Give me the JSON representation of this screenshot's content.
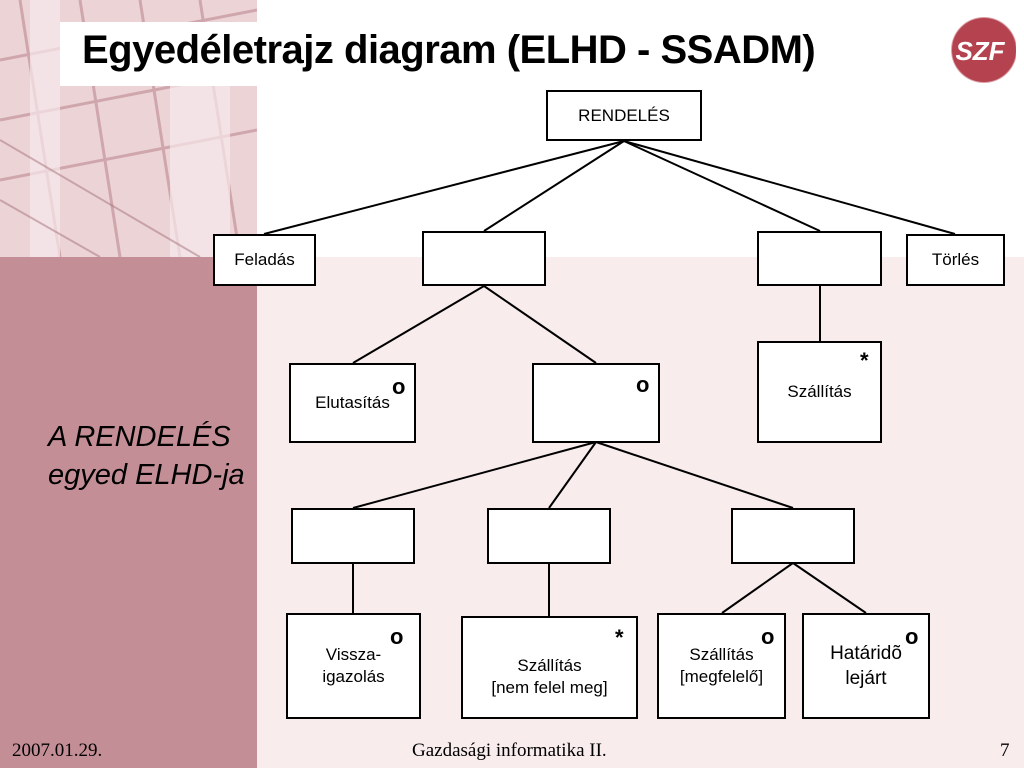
{
  "slide": {
    "title": "Egyedéletrajz diagram (ELHD - SSADM)",
    "caption_line1": "A RENDELÉS",
    "caption_line2": "egyed ELHD-ja",
    "logo_text": "SZF",
    "footer_date": "2007.01.29.",
    "footer_center": "Gazdasági informatika II.",
    "footer_page": "7"
  },
  "colors": {
    "side_panel": "#c48e96",
    "content_panel": "#f8eced",
    "logo": "#b5434f"
  },
  "diagram": {
    "root": "RENDELÉS",
    "feladas": "Feladás",
    "torles": "Törlés",
    "elutasitas": "Elutasítás",
    "szallitas_iter": "Szállítás",
    "visszaigazolas_line1": "Vissza-",
    "visszaigazolas_line2": "igazolás",
    "szallitas_nem_line1": "Szállítás",
    "szallitas_nem_line2": "[nem felel meg]",
    "szallitas_megf_line1": "Szállítás",
    "szallitas_megf_line2": "[megfelelő]",
    "hatarido_line1": "Határidõ",
    "hatarido_line2": "lejárt",
    "mark_selection": "o",
    "mark_iteration": "*"
  }
}
